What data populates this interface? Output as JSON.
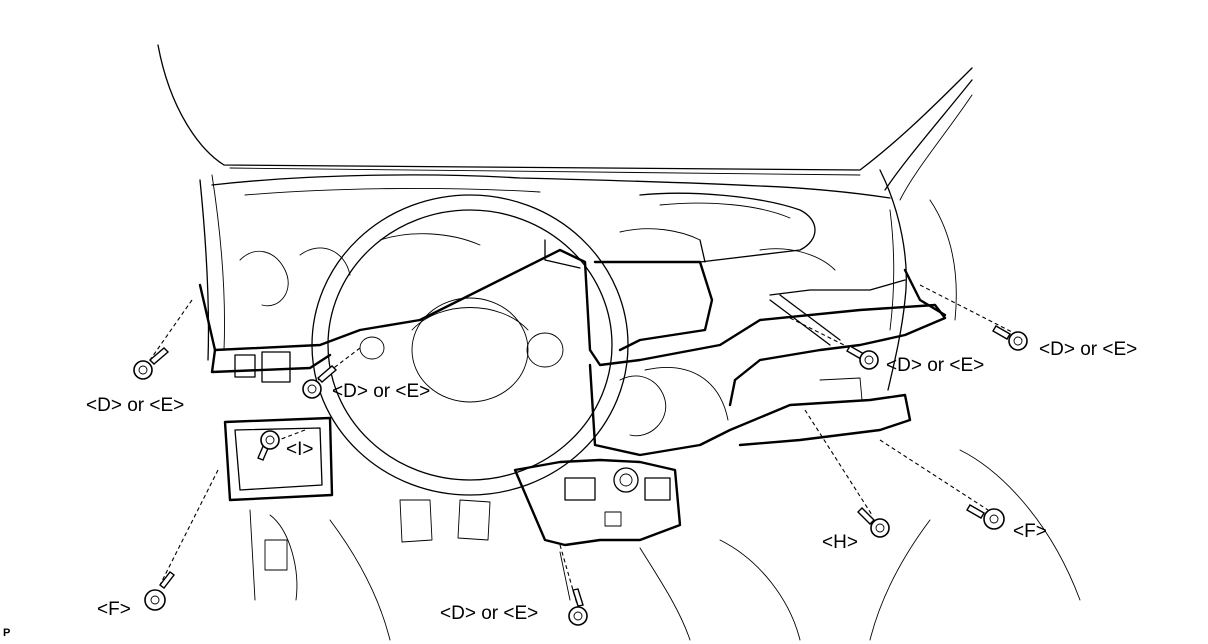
{
  "figure": {
    "corner_mark": "P",
    "callouts": [
      {
        "id": "left-upper",
        "text": "<D> or <E>"
      },
      {
        "id": "steering-column",
        "text": "<D> or <E>"
      },
      {
        "id": "center-right",
        "text": "<D> or <E>"
      },
      {
        "id": "right-end",
        "text": "<D> or <E>"
      },
      {
        "id": "knee-bracket",
        "text": "<I>"
      },
      {
        "id": "lower-center",
        "text": "<D> or <E>"
      },
      {
        "id": "lower-left",
        "text": "<F>"
      },
      {
        "id": "lower-right",
        "text": "<F>"
      },
      {
        "id": "lower-right-center",
        "text": "<H>"
      }
    ]
  }
}
